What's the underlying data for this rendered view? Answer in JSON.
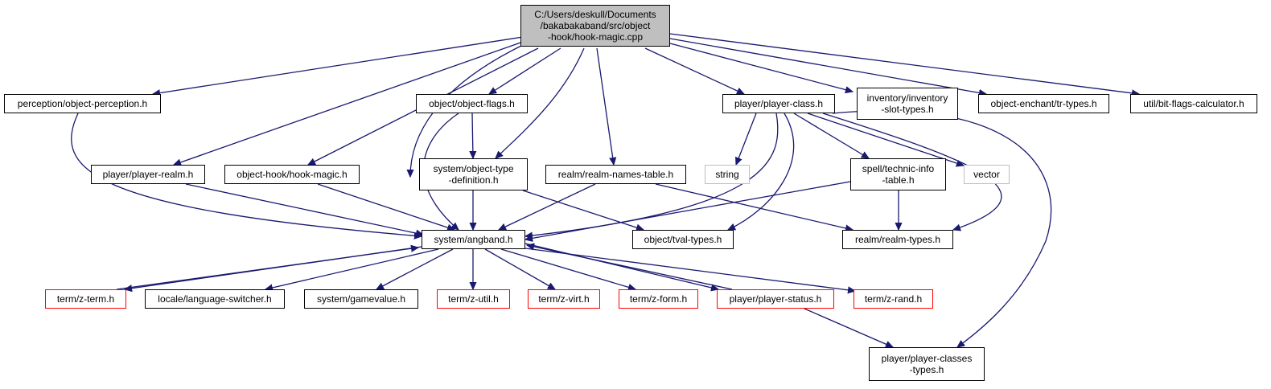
{
  "colors": {
    "edge": "#191970",
    "root_fill": "#bfbfbf",
    "normal_border": "#000000",
    "undocumented_border": "#ff0000",
    "external_border": "#bfbfbf"
  },
  "nodes": {
    "root": {
      "lines": [
        "C:/Users/deskull/Documents",
        "/bakabakaband/src/object",
        "-hook/hook-magic.cpp"
      ]
    },
    "perception": {
      "lines": [
        "perception/object-perception.h"
      ]
    },
    "object_flags": {
      "lines": [
        "object/object-flags.h"
      ]
    },
    "player_class": {
      "lines": [
        "player/player-class.h"
      ]
    },
    "inventory": {
      "lines": [
        "inventory/inventory",
        "-slot-types.h"
      ]
    },
    "tr_types": {
      "lines": [
        "object-enchant/tr-types.h"
      ]
    },
    "bit_flags": {
      "lines": [
        "util/bit-flags-calculator.h"
      ]
    },
    "player_realm": {
      "lines": [
        "player/player-realm.h"
      ]
    },
    "hook_magic_h": {
      "lines": [
        "object-hook/hook-magic.h"
      ]
    },
    "object_type_def": {
      "lines": [
        "system/object-type",
        "-definition.h"
      ]
    },
    "realm_names": {
      "lines": [
        "realm/realm-names-table.h"
      ]
    },
    "string": {
      "lines": [
        "string"
      ]
    },
    "technic": {
      "lines": [
        "spell/technic-info",
        "-table.h"
      ]
    },
    "vector": {
      "lines": [
        "vector"
      ]
    },
    "angband": {
      "lines": [
        "system/angband.h"
      ]
    },
    "tval": {
      "lines": [
        "object/tval-types.h"
      ]
    },
    "realm_types": {
      "lines": [
        "realm/realm-types.h"
      ]
    },
    "z_term": {
      "lines": [
        "term/z-term.h"
      ]
    },
    "lang_switcher": {
      "lines": [
        "locale/language-switcher.h"
      ]
    },
    "gamevalue": {
      "lines": [
        "system/gamevalue.h"
      ]
    },
    "z_util": {
      "lines": [
        "term/z-util.h"
      ]
    },
    "z_virt": {
      "lines": [
        "term/z-virt.h"
      ]
    },
    "z_form": {
      "lines": [
        "term/z-form.h"
      ]
    },
    "player_status": {
      "lines": [
        "player/player-status.h"
      ]
    },
    "z_rand": {
      "lines": [
        "term/z-rand.h"
      ]
    },
    "classes_types": {
      "lines": [
        "player/player-classes",
        "-types.h"
      ]
    }
  }
}
